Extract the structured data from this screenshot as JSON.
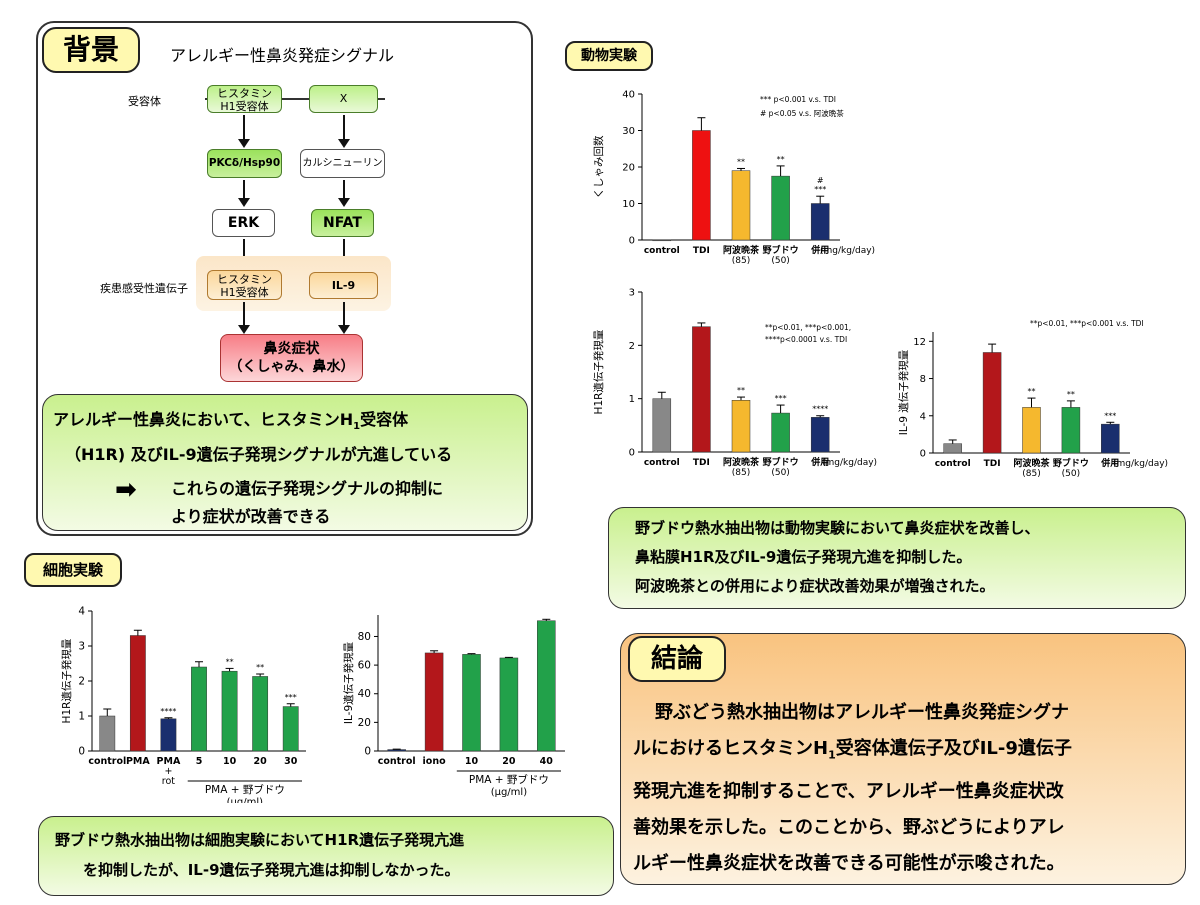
{
  "background": {
    "tag": "背景",
    "diagram_title": "アレルギー性鼻炎発症シグナル",
    "receptor_label": "受容体",
    "gene_label": "疾患感受性遺伝子",
    "h1r_line1": "ヒスタミン",
    "h1r_line2": "H1受容体",
    "x_box": "X",
    "pkc": "PKCδ/Hsp90",
    "calcineurin": "カルシニューリン",
    "erk": "ERK",
    "nfat": "NFAT",
    "h1gene_line1": "ヒスタミン",
    "h1gene_line2": "H1受容体",
    "il9": "IL-9",
    "symptom_line1": "鼻炎症状",
    "symptom_line2": "（くしゃみ、鼻水）",
    "summary_line1": "アレルギー性鼻炎において、ヒスタミンH",
    "summary_sub": "1",
    "summary_line1b": "受容体",
    "summary_line2": "（H1R) 及びIL-9遺伝子発現シグナルが亢進している",
    "summary_arrow": "➡",
    "summary_line3": "これらの遺伝子発現シグナルの抑制に",
    "summary_line4": "より症状が改善できる"
  },
  "animal": {
    "tag": "動物実験",
    "summary_line1": "野ブドウ熱水抽出物は動物実験において鼻炎症状を改善し、",
    "summary_line2": "鼻粘膜H1R及びIL-9遺伝子発現亢進を抑制した。",
    "summary_line3": "阿波晩茶との併用により症状改善効果が増強された。"
  },
  "cell": {
    "tag": "細胞実験",
    "summary_line1": "野ブドウ熱水抽出物は細胞実験においてH1R遺伝子発現亢進",
    "summary_line2": "を抑制したが、IL-9遺伝子発現亢進は抑制しなかった。"
  },
  "conclusion": {
    "tag": "結論",
    "line1": "野ぶどう熱水抽出物はアレルギー性鼻炎発症シグナ",
    "line2a": "ルにおけるヒスタミンH",
    "line2sub": "1",
    "line2b": "受容体遺伝子及びIL-9遺伝子",
    "line3": "発現亢進を抑制することで、アレルギー性鼻炎症状改",
    "line4": "善効果を示した。このことから、野ぶどうによりアレ",
    "line5": "ルギー性鼻炎症状を改善できる可能性が示唆された。"
  },
  "chart_data": [
    {
      "id": "sneeze",
      "type": "bar",
      "ylabel": "くしゃみ回数",
      "ylim": [
        0,
        40
      ],
      "yticks": [
        0,
        10,
        20,
        30,
        40
      ],
      "categories": [
        "control",
        "TDI",
        "阿波晩茶\n(85)",
        "野ブドウ\n(50)",
        "併用"
      ],
      "unit_label": "(mg/kg/day)",
      "values": [
        0,
        30,
        19,
        17.5,
        10
      ],
      "errors": [
        0,
        3.5,
        0.6,
        2.8,
        2.0
      ],
      "colors": [
        "#888888",
        "#ee1111",
        "#f5b82e",
        "#22a14a",
        "#1a2f6e"
      ],
      "sig": [
        "",
        "",
        "**",
        "**",
        "#\n***"
      ],
      "annotations": [
        "***  p<0.001 v.s. TDI",
        "#  p<0.05 v.s. 阿波晩茶"
      ]
    },
    {
      "id": "animal_h1r",
      "type": "bar",
      "ylabel": "H1R遺伝子発現量",
      "ylim": [
        0,
        3
      ],
      "yticks": [
        0,
        1,
        2,
        3
      ],
      "categories": [
        "control",
        "TDI",
        "阿波晩茶\n(85)",
        "野ブドウ\n(50)",
        "併用"
      ],
      "unit_label": "(mg/kg/day)",
      "values": [
        1.0,
        2.35,
        0.97,
        0.73,
        0.65
      ],
      "errors": [
        0.12,
        0.07,
        0.06,
        0.15,
        0.03
      ],
      "colors": [
        "#888888",
        "#b3171b",
        "#f5b82e",
        "#22a14a",
        "#1a2f6e"
      ],
      "sig": [
        "",
        "",
        "**",
        "***",
        "****"
      ],
      "annotations": [
        "**p<0.01, ***p<0.001,",
        "****p<0.0001 v.s. TDI"
      ]
    },
    {
      "id": "animal_il9",
      "type": "bar",
      "ylabel": "IL-9 遺伝子発現量",
      "ylim": [
        0,
        13
      ],
      "yticks": [
        0,
        4,
        8,
        12
      ],
      "categories": [
        "control",
        "TDI",
        "阿波晩茶\n(85)",
        "野ブドウ\n(50)",
        "併用"
      ],
      "unit_label": "(mg/kg/day)",
      "values": [
        1.0,
        10.8,
        4.9,
        4.9,
        3.1
      ],
      "errors": [
        0.4,
        0.9,
        1.0,
        0.7,
        0.2
      ],
      "colors": [
        "#888888",
        "#b3171b",
        "#f5b82e",
        "#22a14a",
        "#1a2f6e"
      ],
      "sig": [
        "",
        "",
        "**",
        "**",
        "***"
      ],
      "annotations": [
        "**p<0.01, ***p<0.001 v.s. TDI"
      ]
    },
    {
      "id": "cell_h1r",
      "type": "bar",
      "ylabel": "H1R遺伝子発現量",
      "ylim": [
        0,
        4
      ],
      "yticks": [
        0,
        1,
        2,
        3,
        4
      ],
      "categories": [
        "control",
        "PMA",
        "PMA\n+\nrot",
        "5",
        "10",
        "20",
        "30"
      ],
      "group_label": "PMA + 野ブドウ",
      "group_unit": "(μg/ml)",
      "group_from": 3,
      "values": [
        1.0,
        3.3,
        0.92,
        2.4,
        2.28,
        2.13,
        1.27
      ],
      "errors": [
        0.2,
        0.15,
        0.03,
        0.15,
        0.08,
        0.07,
        0.08
      ],
      "colors": [
        "#888888",
        "#b3171b",
        "#1a2f6e",
        "#22a14a",
        "#22a14a",
        "#22a14a",
        "#22a14a"
      ],
      "sig": [
        "",
        "",
        "****",
        "",
        "**",
        "**",
        "***"
      ]
    },
    {
      "id": "cell_il9",
      "type": "bar",
      "ylabel": "IL-9遺伝子発現量",
      "ylim": [
        0,
        95
      ],
      "yticks": [
        0,
        20,
        40,
        60,
        80
      ],
      "categories": [
        "control",
        "iono",
        "10",
        "20",
        "40"
      ],
      "group_label": "PMA + 野ブドウ",
      "group_unit": "(μg/ml)",
      "group_from": 2,
      "values": [
        1.0,
        68.5,
        67.5,
        65,
        91
      ],
      "errors": [
        0.3,
        1.5,
        0.5,
        0.4,
        1.0
      ],
      "colors": [
        "#1a2f6e",
        "#b3171b",
        "#22a14a",
        "#22a14a",
        "#22a14a"
      ],
      "sig": [
        "",
        "",
        "",
        "",
        ""
      ]
    }
  ]
}
